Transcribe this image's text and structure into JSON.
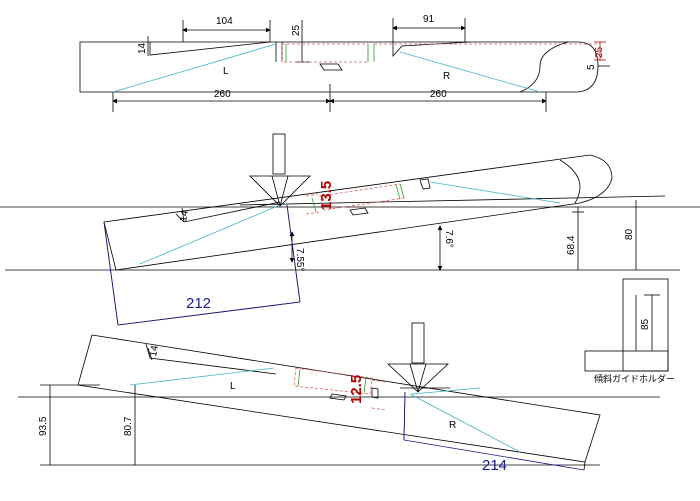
{
  "top_view": {
    "dim_104": "104",
    "dim_91": "91",
    "dim_25_left": "25",
    "dim_25_right": "25",
    "dim_14": "14",
    "dim_5": "5",
    "label_L": "L",
    "label_R": "R",
    "dim_260_left": "260",
    "dim_260_right": "260"
  },
  "middle_view": {
    "dim_14": "14",
    "cut_height": "13.5",
    "angle_7_55": "7.55°",
    "angle_7_6": "7.6°",
    "dim_68_4": "68.4",
    "dim_80": "80",
    "dim_212": "212"
  },
  "holder": {
    "dim_85": "85",
    "label": "傾斜ガイドホルダー"
  },
  "bottom_view": {
    "dim_14": "14",
    "label_L": "L",
    "label_R": "R",
    "cut_height": "12.5",
    "dim_93_5": "93.5",
    "dim_80_7": "80.7",
    "dim_214": "214"
  },
  "colors": {
    "line": "#000000",
    "cyan": "#3cb4c8",
    "red": "#b40000",
    "pink": "#e06060",
    "green": "#30a030",
    "blue": "#1a1a8c"
  }
}
